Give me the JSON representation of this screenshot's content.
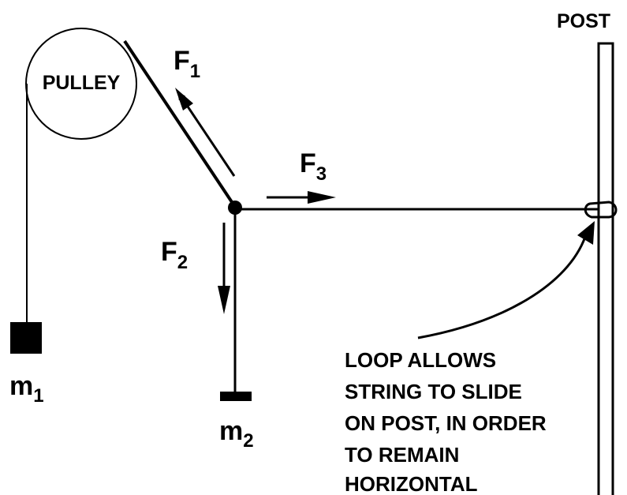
{
  "labels": {
    "pulley": "PULLEY",
    "post": "POST",
    "f1_main": "F",
    "f1_sub": "1",
    "f2_main": "F",
    "f2_sub": "2",
    "f3_main": "F",
    "f3_sub": "3",
    "m1_main": "m",
    "m1_sub": "1",
    "m2_main": "m",
    "m2_sub": "2"
  },
  "annotation": {
    "lines": [
      "LOOP ALLOWS",
      "STRING TO SLIDE",
      "ON POST, IN ORDER",
      "TO REMAIN",
      "HORIZONTAL"
    ]
  },
  "colors": {
    "ink": "#000000",
    "paper": "#ffffff"
  }
}
